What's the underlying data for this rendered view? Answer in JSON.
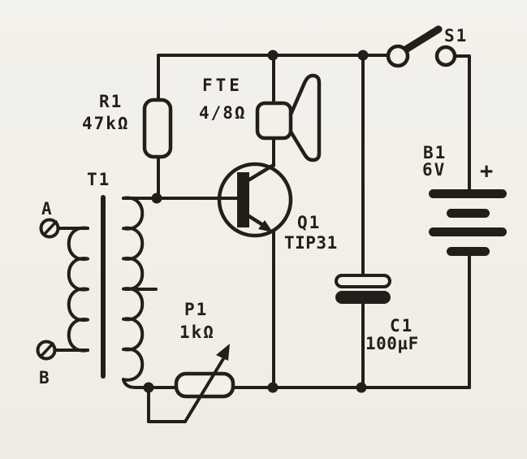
{
  "diagram": {
    "type": "circuit-schematic",
    "description": "Single-transistor audio output stage with driver transformer, scanned hand-drawn schematic",
    "colors": {
      "paper": "#f1efe9",
      "ink": "#221f1b"
    },
    "components": {
      "resistor_r1": {
        "label": "R1",
        "value": "47kΩ"
      },
      "speaker_fte": {
        "label": "FTE",
        "value": "4/8Ω"
      },
      "switch_s1": {
        "label": "S1"
      },
      "battery_b1": {
        "label": "B1",
        "value": "6V",
        "polarity": "+"
      },
      "transformer_t1": {
        "label": "T1",
        "terminal_a": "A",
        "terminal_b": "B"
      },
      "transistor_q1": {
        "label": "Q1",
        "value": "TIP31"
      },
      "potentiometer_p1": {
        "label": "P1",
        "value": "1kΩ"
      },
      "capacitor_c1": {
        "label": "C1",
        "value": "100µF"
      }
    }
  }
}
